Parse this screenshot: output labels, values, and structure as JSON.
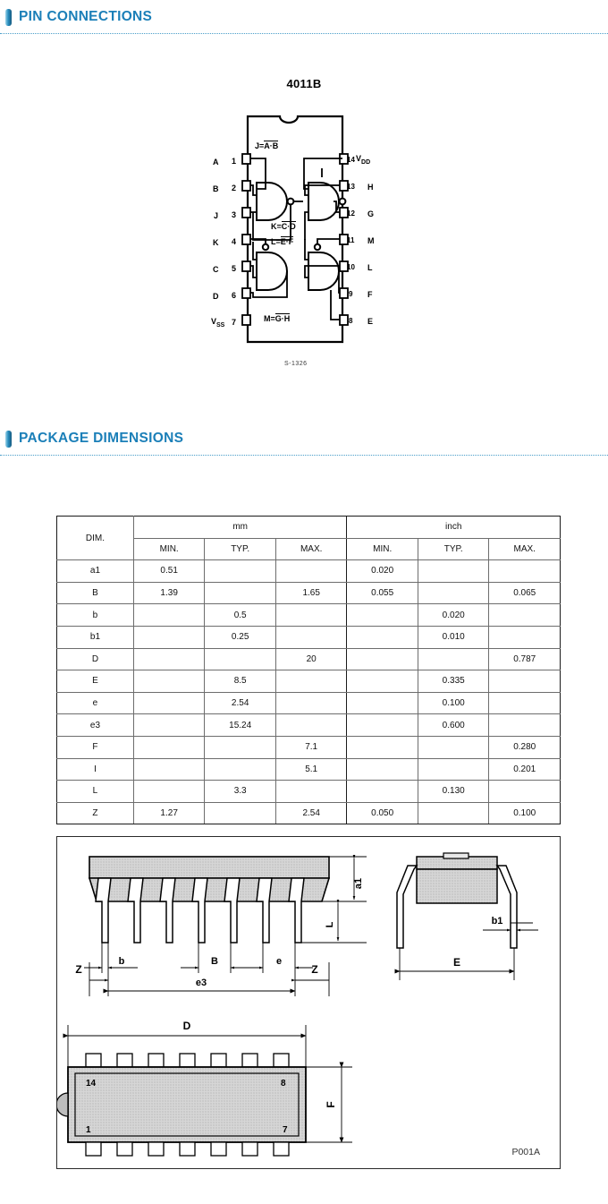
{
  "sections": {
    "pin_connections": {
      "title": "PIN CONNECTIONS",
      "icon": "blue-bar-icon"
    },
    "package_dimensions": {
      "title": "PACKAGE DIMENSIONS",
      "icon": "blue-bar-icon"
    }
  },
  "pin_diagram": {
    "chip_title": "4011B",
    "artifact_code": "S-1326",
    "left_pins": [
      {
        "number": "1",
        "label": "A"
      },
      {
        "number": "2",
        "label": "B"
      },
      {
        "number": "3",
        "label": "J"
      },
      {
        "number": "4",
        "label": "K"
      },
      {
        "number": "5",
        "label": "C"
      },
      {
        "number": "6",
        "label": "D"
      },
      {
        "number": "7",
        "label": "V",
        "sub": "SS"
      }
    ],
    "right_pins": [
      {
        "number": "14",
        "label": "V",
        "sub": "DD"
      },
      {
        "number": "13",
        "label": "H"
      },
      {
        "number": "12",
        "label": "G"
      },
      {
        "number": "11",
        "label": "M"
      },
      {
        "number": "10",
        "label": "L"
      },
      {
        "number": "9",
        "label": "F"
      },
      {
        "number": "8",
        "label": "E"
      }
    ],
    "equations": [
      {
        "out": "J",
        "eq": "A·B"
      },
      {
        "out": "K",
        "eq": "C·D"
      },
      {
        "out": "L",
        "eq": "E·F"
      },
      {
        "out": "M",
        "eq": "G·H"
      }
    ]
  },
  "dim_table": {
    "dim_header": "DIM.",
    "unit_groups": [
      "mm",
      "inch"
    ],
    "sub_headers": [
      "MIN.",
      "TYP.",
      "MAX."
    ],
    "rows": [
      {
        "dim": "a1",
        "mm_min": "0.51",
        "mm_typ": "",
        "mm_max": "",
        "in_min": "0.020",
        "in_typ": "",
        "in_max": ""
      },
      {
        "dim": "B",
        "mm_min": "1.39",
        "mm_typ": "",
        "mm_max": "1.65",
        "in_min": "0.055",
        "in_typ": "",
        "in_max": "0.065"
      },
      {
        "dim": "b",
        "mm_min": "",
        "mm_typ": "0.5",
        "mm_max": "",
        "in_min": "",
        "in_typ": "0.020",
        "in_max": ""
      },
      {
        "dim": "b1",
        "mm_min": "",
        "mm_typ": "0.25",
        "mm_max": "",
        "in_min": "",
        "in_typ": "0.010",
        "in_max": ""
      },
      {
        "dim": "D",
        "mm_min": "",
        "mm_typ": "",
        "mm_max": "20",
        "in_min": "",
        "in_typ": "",
        "in_max": "0.787"
      },
      {
        "dim": "E",
        "mm_min": "",
        "mm_typ": "8.5",
        "mm_max": "",
        "in_min": "",
        "in_typ": "0.335",
        "in_max": ""
      },
      {
        "dim": "e",
        "mm_min": "",
        "mm_typ": "2.54",
        "mm_max": "",
        "in_min": "",
        "in_typ": "0.100",
        "in_max": ""
      },
      {
        "dim": "e3",
        "mm_min": "",
        "mm_typ": "15.24",
        "mm_max": "",
        "in_min": "",
        "in_typ": "0.600",
        "in_max": ""
      },
      {
        "dim": "F",
        "mm_min": "",
        "mm_typ": "",
        "mm_max": "7.1",
        "in_min": "",
        "in_typ": "",
        "in_max": "0.280"
      },
      {
        "dim": "I",
        "mm_min": "",
        "mm_typ": "",
        "mm_max": "5.1",
        "in_min": "",
        "in_typ": "",
        "in_max": "0.201"
      },
      {
        "dim": "L",
        "mm_min": "",
        "mm_typ": "3.3",
        "mm_max": "",
        "in_min": "",
        "in_typ": "0.130",
        "in_max": ""
      },
      {
        "dim": "Z",
        "mm_min": "1.27",
        "mm_typ": "",
        "mm_max": "2.54",
        "in_min": "0.050",
        "in_typ": "",
        "in_max": "0.100"
      }
    ]
  },
  "package_drawing": {
    "code": "P001A",
    "front_view_labels": [
      "Z",
      "b",
      "B",
      "e",
      "e3",
      "Z",
      "a1",
      "L"
    ],
    "side_view_labels": [
      "b1",
      "E"
    ],
    "top_view_labels": [
      "D",
      "F"
    ],
    "top_view_pin_numbers": [
      "14",
      "8",
      "1",
      "7"
    ]
  },
  "colors": {
    "heading_blue": "#1b7fb8",
    "rule_blue": "#4a9ec9",
    "body_fill": "#d4d4d4",
    "line": "#1a1a1a"
  }
}
